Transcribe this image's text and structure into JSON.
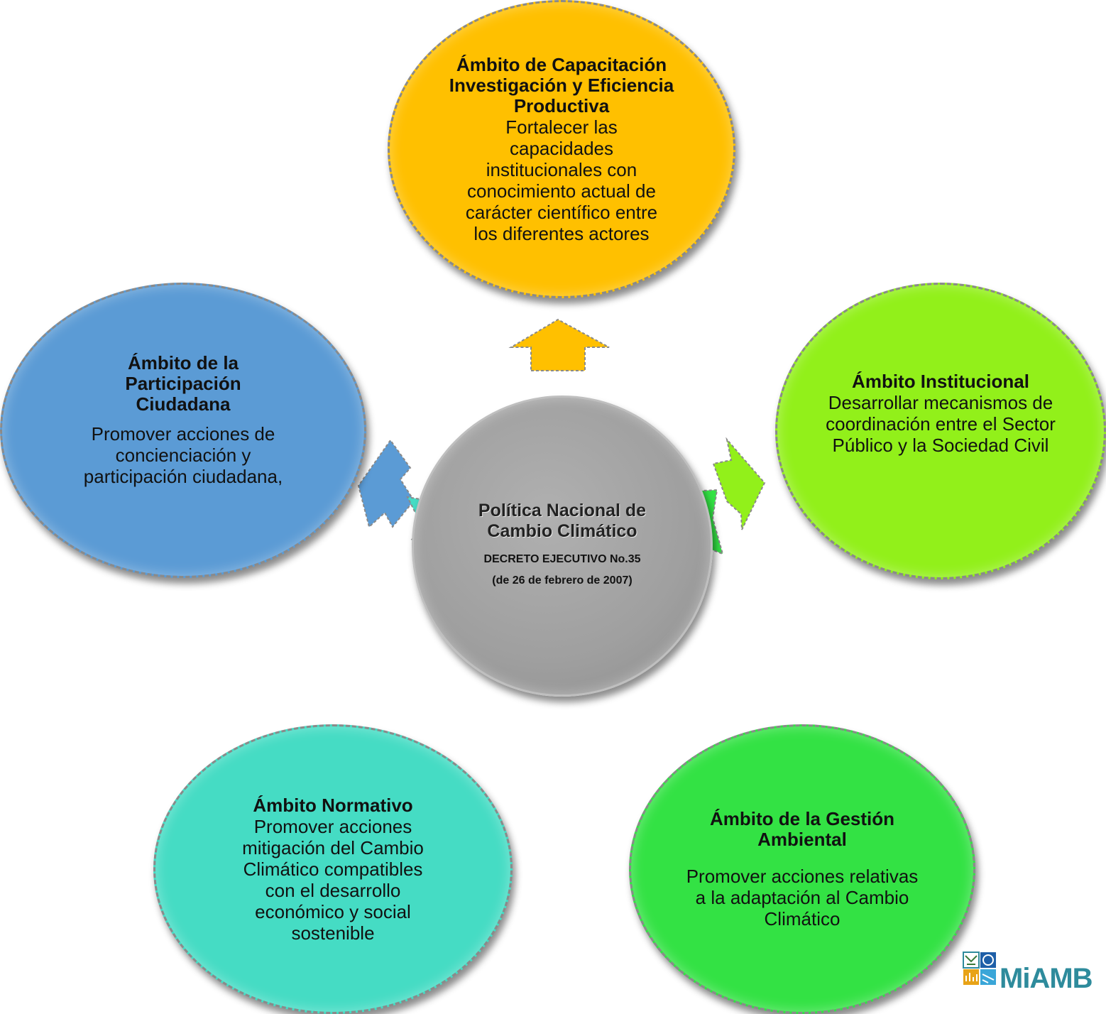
{
  "nodes": {
    "top": {
      "title": "Ámbito de Capacitación Investigación y Eficiencia Productiva",
      "desc": "Fortalecer las capacidades institucionales con conocimiento actual de carácter científico entre los diferentes actores",
      "color": "#ffc000"
    },
    "left": {
      "title": "Ámbito de la Participación Ciudadana",
      "desc": "Promover acciones de concienciación y participación ciudadana,",
      "color": "#5b9bd5"
    },
    "right": {
      "title": "Ámbito Institucional",
      "desc": "Desarrollar mecanismos de coordinación entre el Sector Público y la Sociedad Civil",
      "color": "#92f01a"
    },
    "bottom_left": {
      "title": "Ámbito Normativo",
      "desc": "Promover acciones mitigación del Cambio Climático compatibles con el desarrollo económico y social sostenible",
      "color": "#45dcc4"
    },
    "bottom_right": {
      "title": "Ámbito de la Gestión Ambiental",
      "desc": "Promover acciones relativas a la adaptación al Cambio Climático",
      "color": "#33e244"
    }
  },
  "center": {
    "title": "Política Nacional de Cambio Climático",
    "decree": "DECRETO EJECUTIVO No.35",
    "date": "(de 26 de febrero de 2007)",
    "color": "#a6a6a6"
  },
  "logo": {
    "text": "MiAMB",
    "color": "#2e8b9c"
  }
}
